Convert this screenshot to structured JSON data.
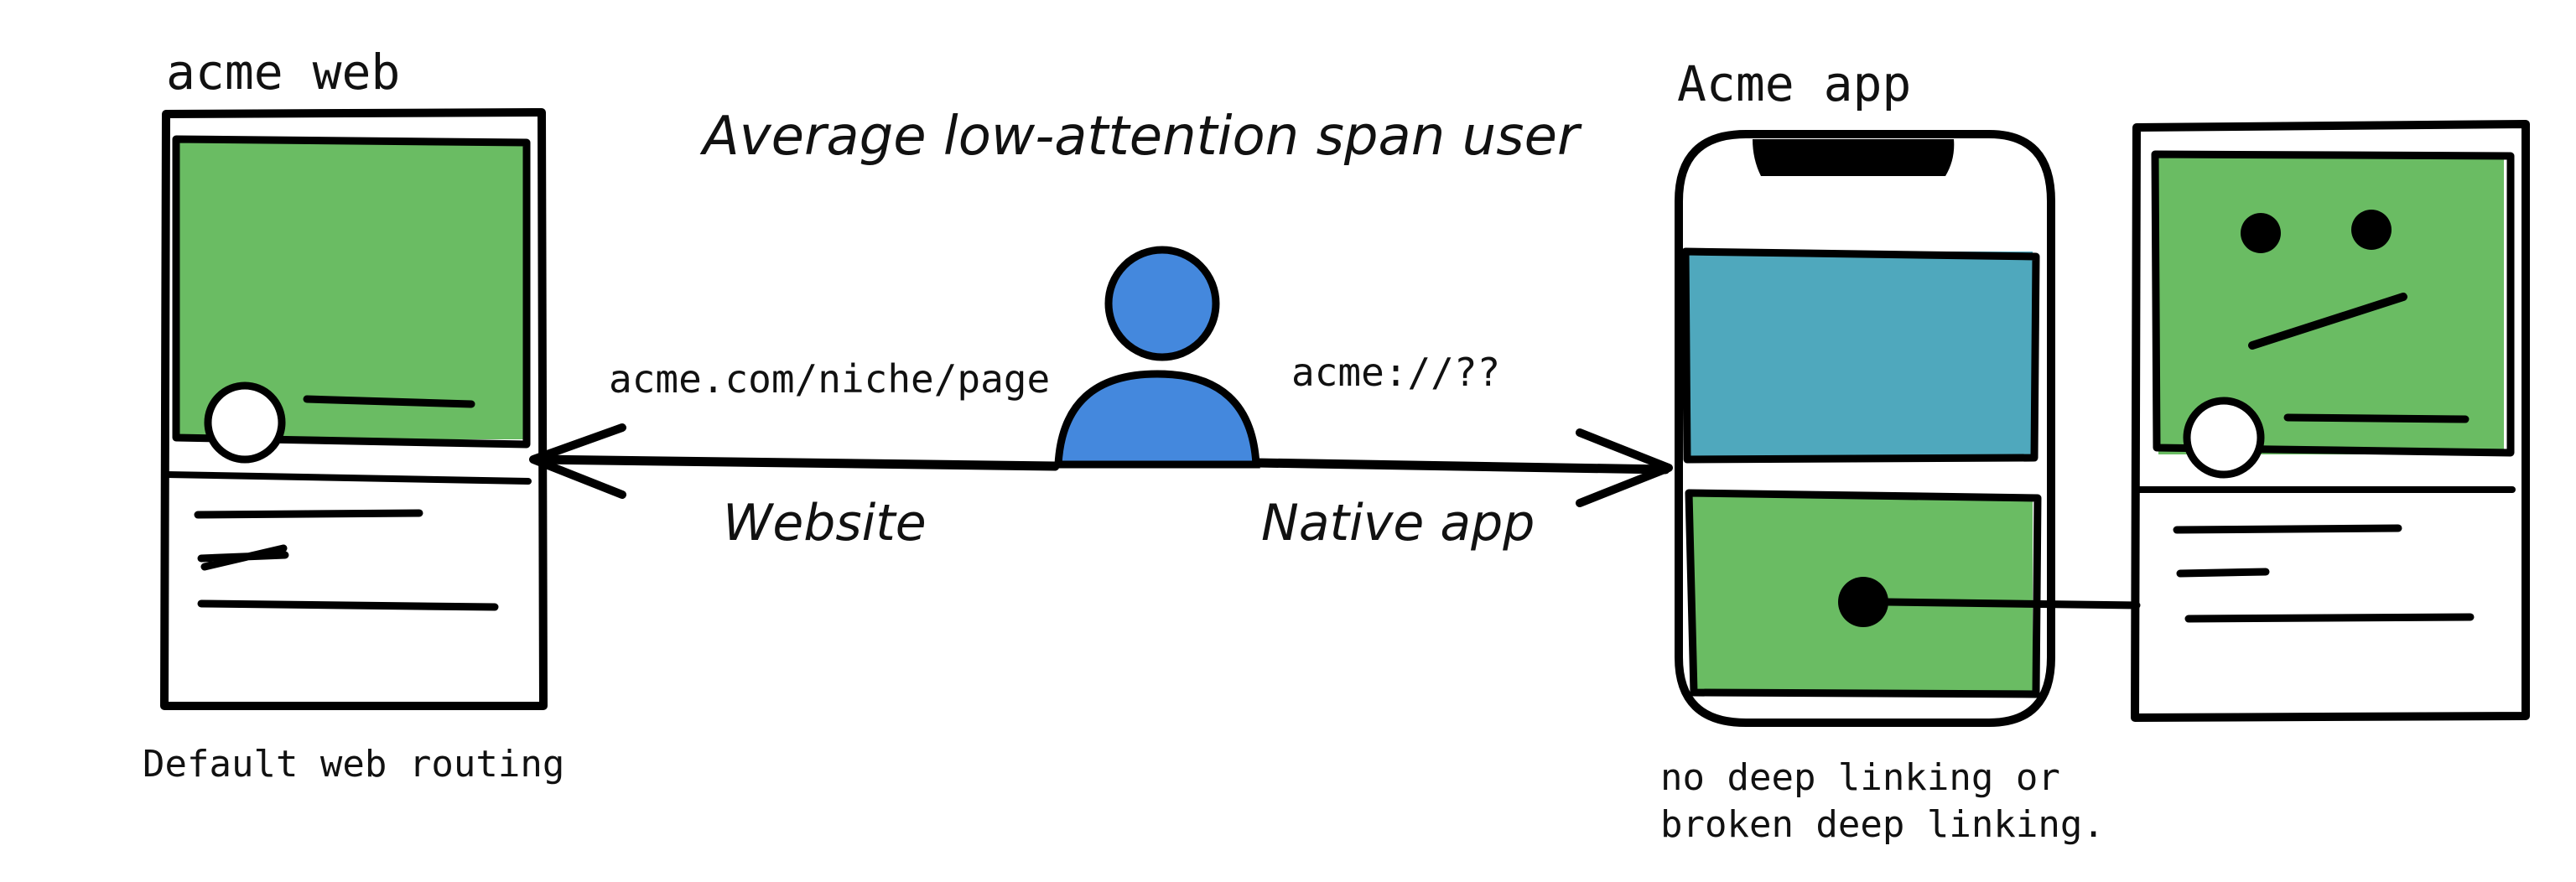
{
  "labels": {
    "web_title": "acme web",
    "app_title": "Acme app",
    "user_caption": "Average low-attention span user",
    "web_url": "acme.com/niche/page",
    "app_url": "acme://??",
    "website_label": "Website",
    "native_label": "Native app",
    "web_routing": "Default web routing",
    "deep_link_line1": "no deep linking or",
    "deep_link_line2": "broken deep linking."
  },
  "colors": {
    "green": "#6abc63",
    "teal": "#4fa8bd",
    "blue": "#4488dd",
    "ink": "#000000"
  }
}
